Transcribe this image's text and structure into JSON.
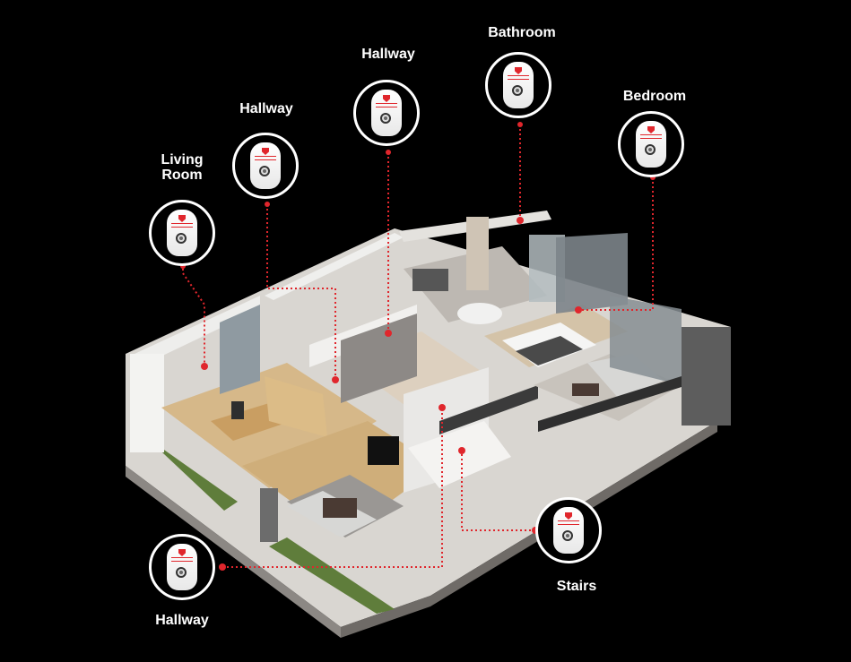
{
  "labels": {
    "living_room": "Living\nRoom",
    "hallway_1": "Hallway",
    "hallway_2": "Hallway",
    "bathroom": "Bathroom",
    "bedroom": "Bedroom",
    "stairs": "Stairs",
    "hallway_bottom": "Hallway"
  },
  "colors": {
    "background": "#000000",
    "connector": "#e0262c",
    "ring": "#ffffff",
    "device": "#ffffff"
  },
  "icons": {
    "detector": "smoke-detector-device-icon"
  }
}
